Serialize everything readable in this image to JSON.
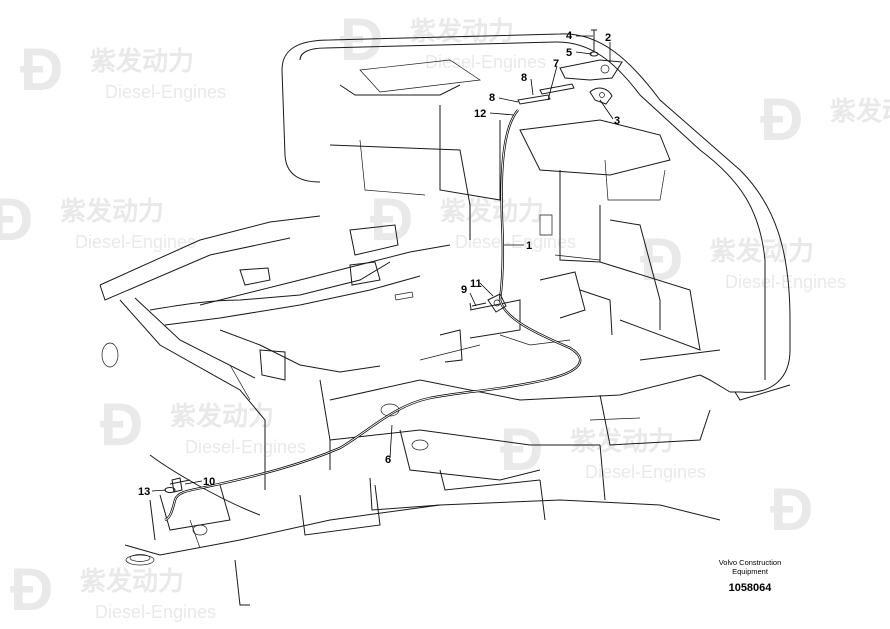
{
  "watermark": {
    "cn": "紫发动力",
    "en": "Diesel-Engines"
  },
  "callouts": [
    "1",
    "2",
    "3",
    "4",
    "5",
    "6",
    "7",
    "8",
    "8",
    "9",
    "10",
    "11",
    "12",
    "13"
  ],
  "caption": {
    "maker_line1": "Volvo Construction",
    "maker_line2": "Equipment",
    "drawing_number": "1058064"
  }
}
